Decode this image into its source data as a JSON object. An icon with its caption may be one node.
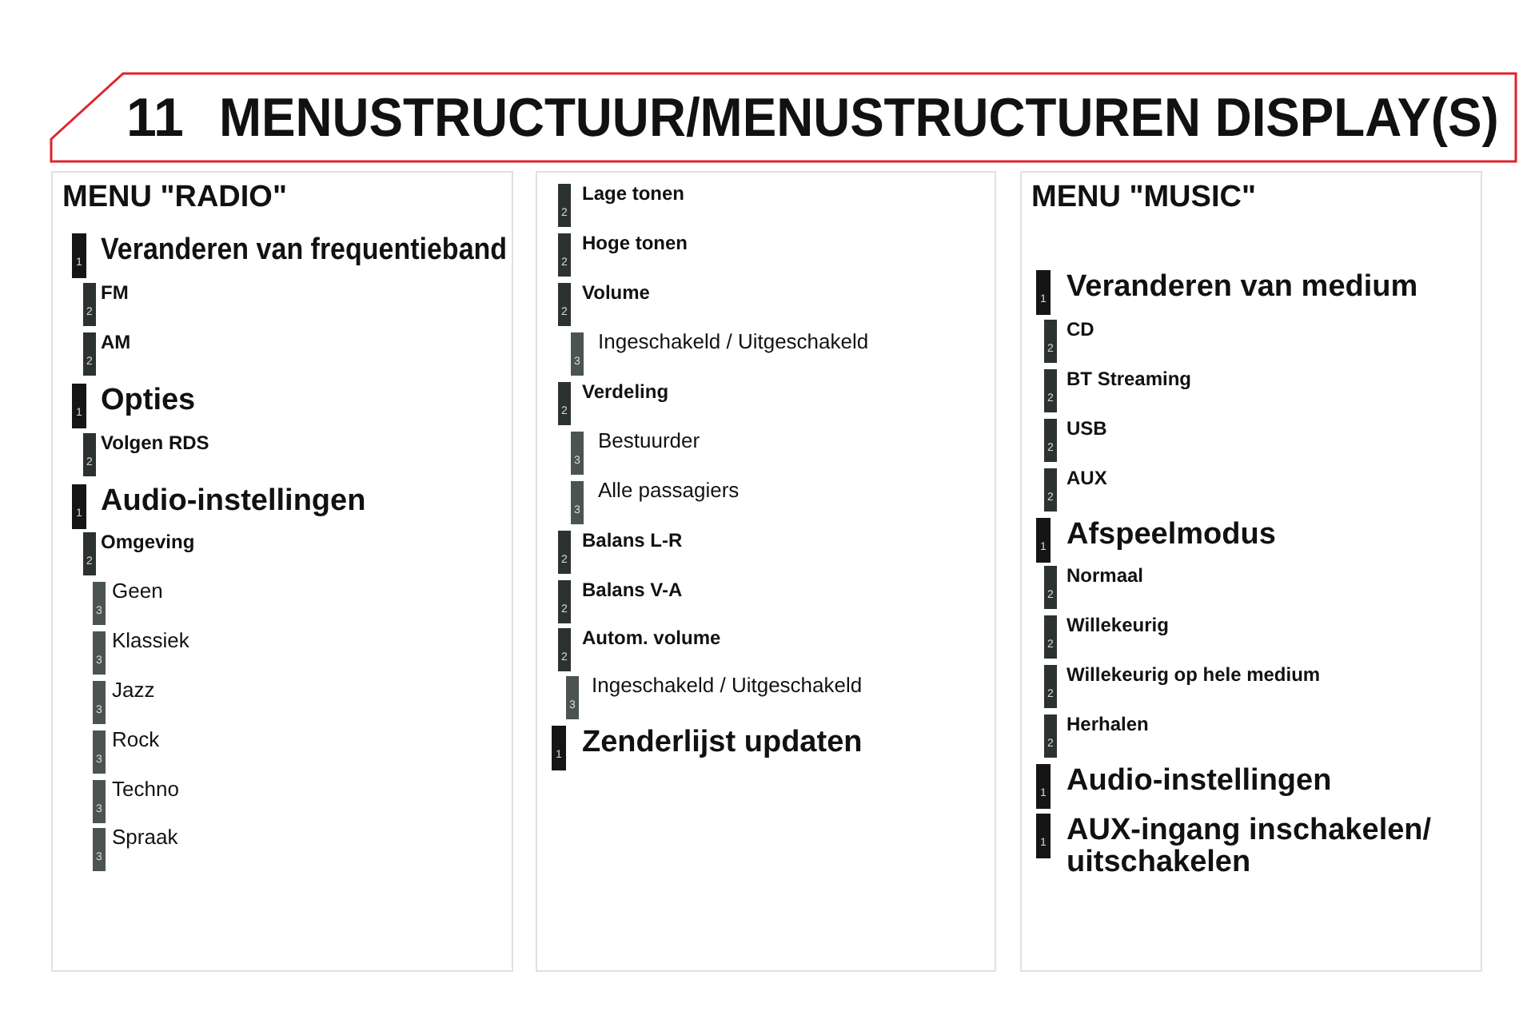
{
  "diagram": {
    "title": "MENUSTRUCTUUR/MENUSTRUCTUREN DISPLAY(S)",
    "nodes": [
      {
        "text": [
          "MENU \"RADIO\""
        ]
      },
      {
        "text": [
          "1"
        ],
        "beside": [
          "Veranderen van frequentieband"
        ],
        "in": 0
      },
      {
        "text": [
          "2"
        ],
        "beside": [
          "FM"
        ],
        "in": 0
      },
      {
        "text": [
          "2"
        ],
        "beside": [
          "AM"
        ],
        "in": 0
      },
      {
        "text": [
          "1"
        ],
        "beside": [
          "Opties"
        ],
        "in": 0
      },
      {
        "text": [
          "2"
        ],
        "beside": [
          "Volgen RDS"
        ],
        "in": 0
      },
      {
        "text": [
          "1"
        ],
        "beside": [
          "Audio-instellingen"
        ],
        "in": 0
      },
      {
        "text": [
          "2"
        ],
        "beside": [
          "Omgeving"
        ],
        "in": 0
      },
      {
        "text": [
          "3"
        ],
        "beside": [
          "Geen"
        ],
        "in": 0
      },
      {
        "text": [
          "3"
        ],
        "beside": [
          "Klassiek"
        ],
        "in": 0
      },
      {
        "text": [
          "3"
        ],
        "beside": [
          "Jazz"
        ],
        "in": 0
      },
      {
        "text": [
          "3"
        ],
        "beside": [
          "Rock"
        ],
        "in": 0
      },
      {
        "text": [
          "3"
        ],
        "beside": [
          "Techno"
        ],
        "in": 0
      },
      {
        "text": [
          "3"
        ],
        "beside": [
          "Spraak"
        ],
        "in": 0
      },
      {
        "text": [],
        "shape": "box"
      },
      {
        "text": [
          "2"
        ],
        "beside": [
          "Lage tonen"
        ],
        "in": 14
      },
      {
        "text": [
          "2"
        ],
        "beside": [
          "Hoge tonen"
        ],
        "in": 14
      },
      {
        "text": [
          "2"
        ],
        "beside": [
          "Volume"
        ],
        "in": 14
      },
      {
        "text": [
          "3"
        ],
        "beside": [
          "Ingeschakeld / Uitgeschakeld"
        ],
        "in": 14
      },
      {
        "text": [
          "2"
        ],
        "beside": [
          "Verdeling"
        ],
        "in": 14
      },
      {
        "text": [
          "3"
        ],
        "beside": [
          "Bestuurder"
        ],
        "in": 14
      },
      {
        "text": [
          "3"
        ],
        "beside": [
          "Alle passagiers"
        ],
        "in": 14
      },
      {
        "text": [
          "2"
        ],
        "beside": [
          "Balans L-R"
        ],
        "in": 14
      },
      {
        "text": [
          "2"
        ],
        "beside": [
          "Balans V-A"
        ],
        "in": 14
      },
      {
        "text": [
          "2"
        ],
        "beside": [
          "Autom. volume"
        ],
        "in": 14
      },
      {
        "text": [
          "3"
        ],
        "beside": [
          "Ingeschakeld / Uitgeschakeld"
        ],
        "in": 14
      },
      {
        "text": [
          "1"
        ],
        "beside": [
          "Zenderlijst updaten"
        ],
        "in": 14
      },
      {
        "text": [
          "MENU \"MUSIC\""
        ]
      },
      {
        "text": [
          "1"
        ],
        "beside": [
          "Veranderen van medium"
        ],
        "in": 27
      },
      {
        "text": [
          "2"
        ],
        "beside": [
          "CD"
        ],
        "in": 27
      },
      {
        "text": [
          "2"
        ],
        "beside": [
          "BT Streaming"
        ],
        "in": 27
      },
      {
        "text": [
          "2"
        ],
        "beside": [
          "USB"
        ],
        "in": 27
      },
      {
        "text": [
          "2"
        ],
        "beside": [
          "AUX"
        ],
        "in": 27
      },
      {
        "text": [
          "1"
        ],
        "beside": [
          "Afspeelmodus"
        ],
        "in": 27
      },
      {
        "text": [
          "2"
        ],
        "beside": [
          "Normaal"
        ],
        "in": 27
      },
      {
        "text": [
          "2"
        ],
        "beside": [
          "Willekeurig"
        ],
        "in": 27
      },
      {
        "text": [
          "2"
        ],
        "beside": [
          "Willekeurig op hele medium"
        ],
        "in": 27
      },
      {
        "text": [
          "2"
        ],
        "beside": [
          "Herhalen"
        ],
        "in": 27
      },
      {
        "text": [
          "1"
        ],
        "beside": [
          "Audio-instellingen"
        ],
        "in": 27
      },
      {
        "text": [
          "1"
        ],
        "beside": [
          "AUX-ingang inschakelen/ uitschakelen"
        ],
        "in": 27
      }
    ],
    "labels": [
      "11"
    ]
  }
}
